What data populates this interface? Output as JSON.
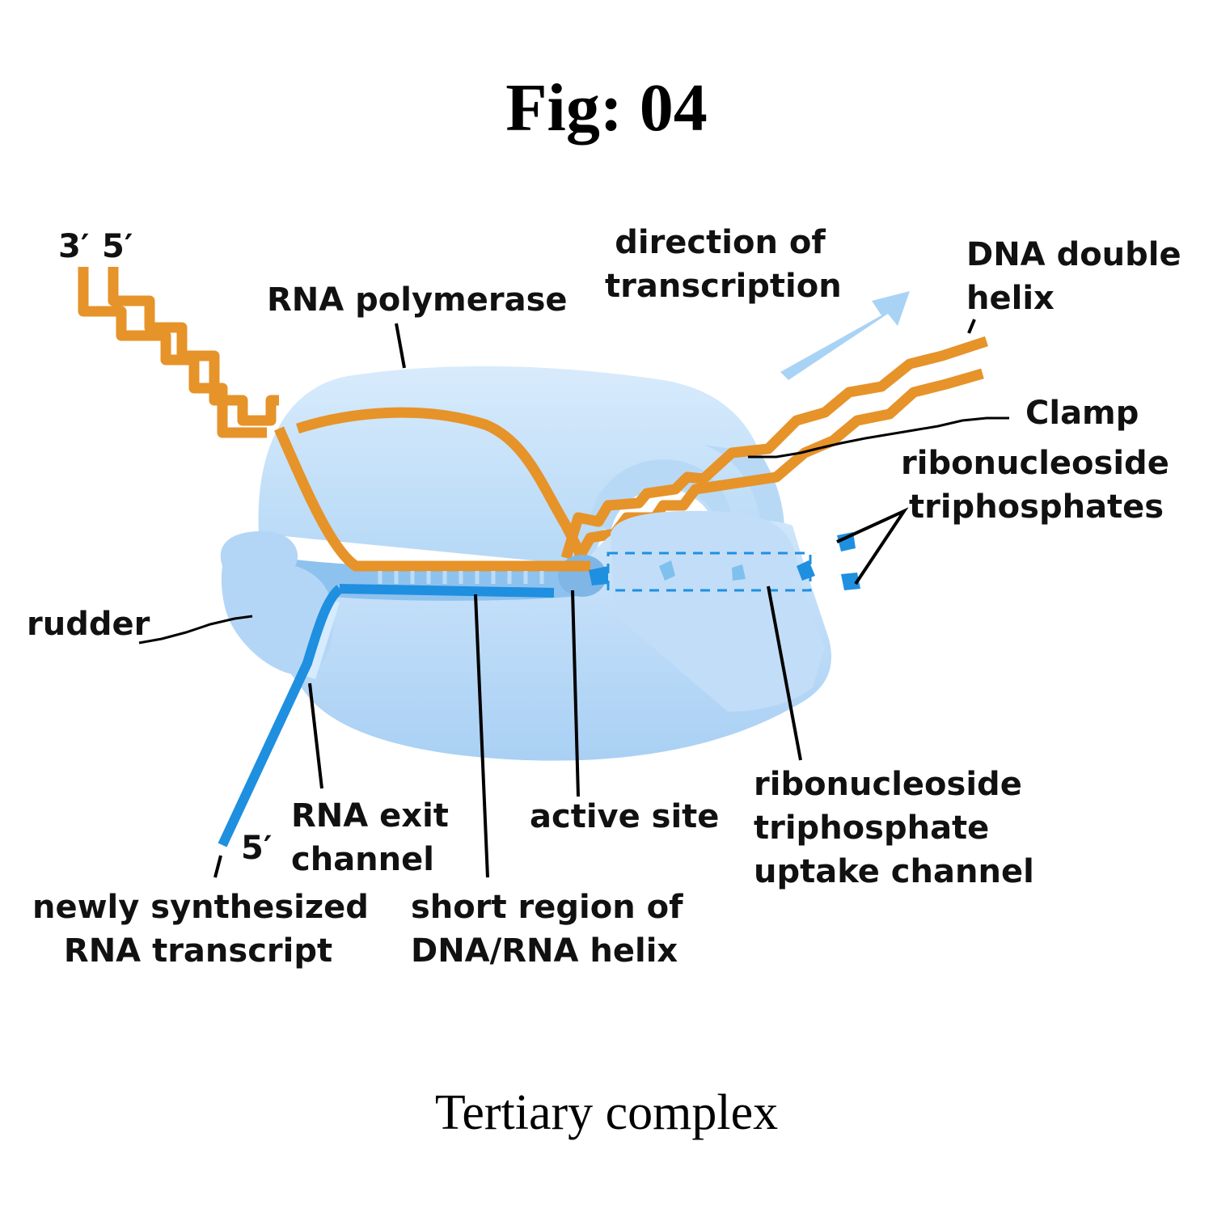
{
  "title": "Fig: 04",
  "caption": "Tertiary complex",
  "colors": {
    "dna": "#e6932a",
    "rna": "#1f8fe0",
    "polymerase": "#b9d9f7",
    "polymerase_dark": "#8ec2ee",
    "arrow": "#a9d3f5",
    "leader": "#000000"
  },
  "labels": {
    "strand_3": "3′",
    "strand_5": "5′",
    "rna_polymerase": "RNA polymerase",
    "direction": [
      "direction of",
      "transcription"
    ],
    "dna_helix": [
      "DNA double",
      "helix"
    ],
    "clamp": "Clamp",
    "ntp": [
      "ribonucleoside",
      "triphosphates"
    ],
    "rudder": "rudder",
    "rna_5": "5′",
    "exit_channel": [
      "RNA exit",
      "channel"
    ],
    "active_site": "active site",
    "uptake": [
      "ribonucleoside",
      "triphosphate",
      "uptake channel"
    ],
    "newly": [
      "newly synthesized",
      "RNA transcript"
    ],
    "short_region": [
      "short region of",
      "DNA/RNA helix"
    ]
  }
}
